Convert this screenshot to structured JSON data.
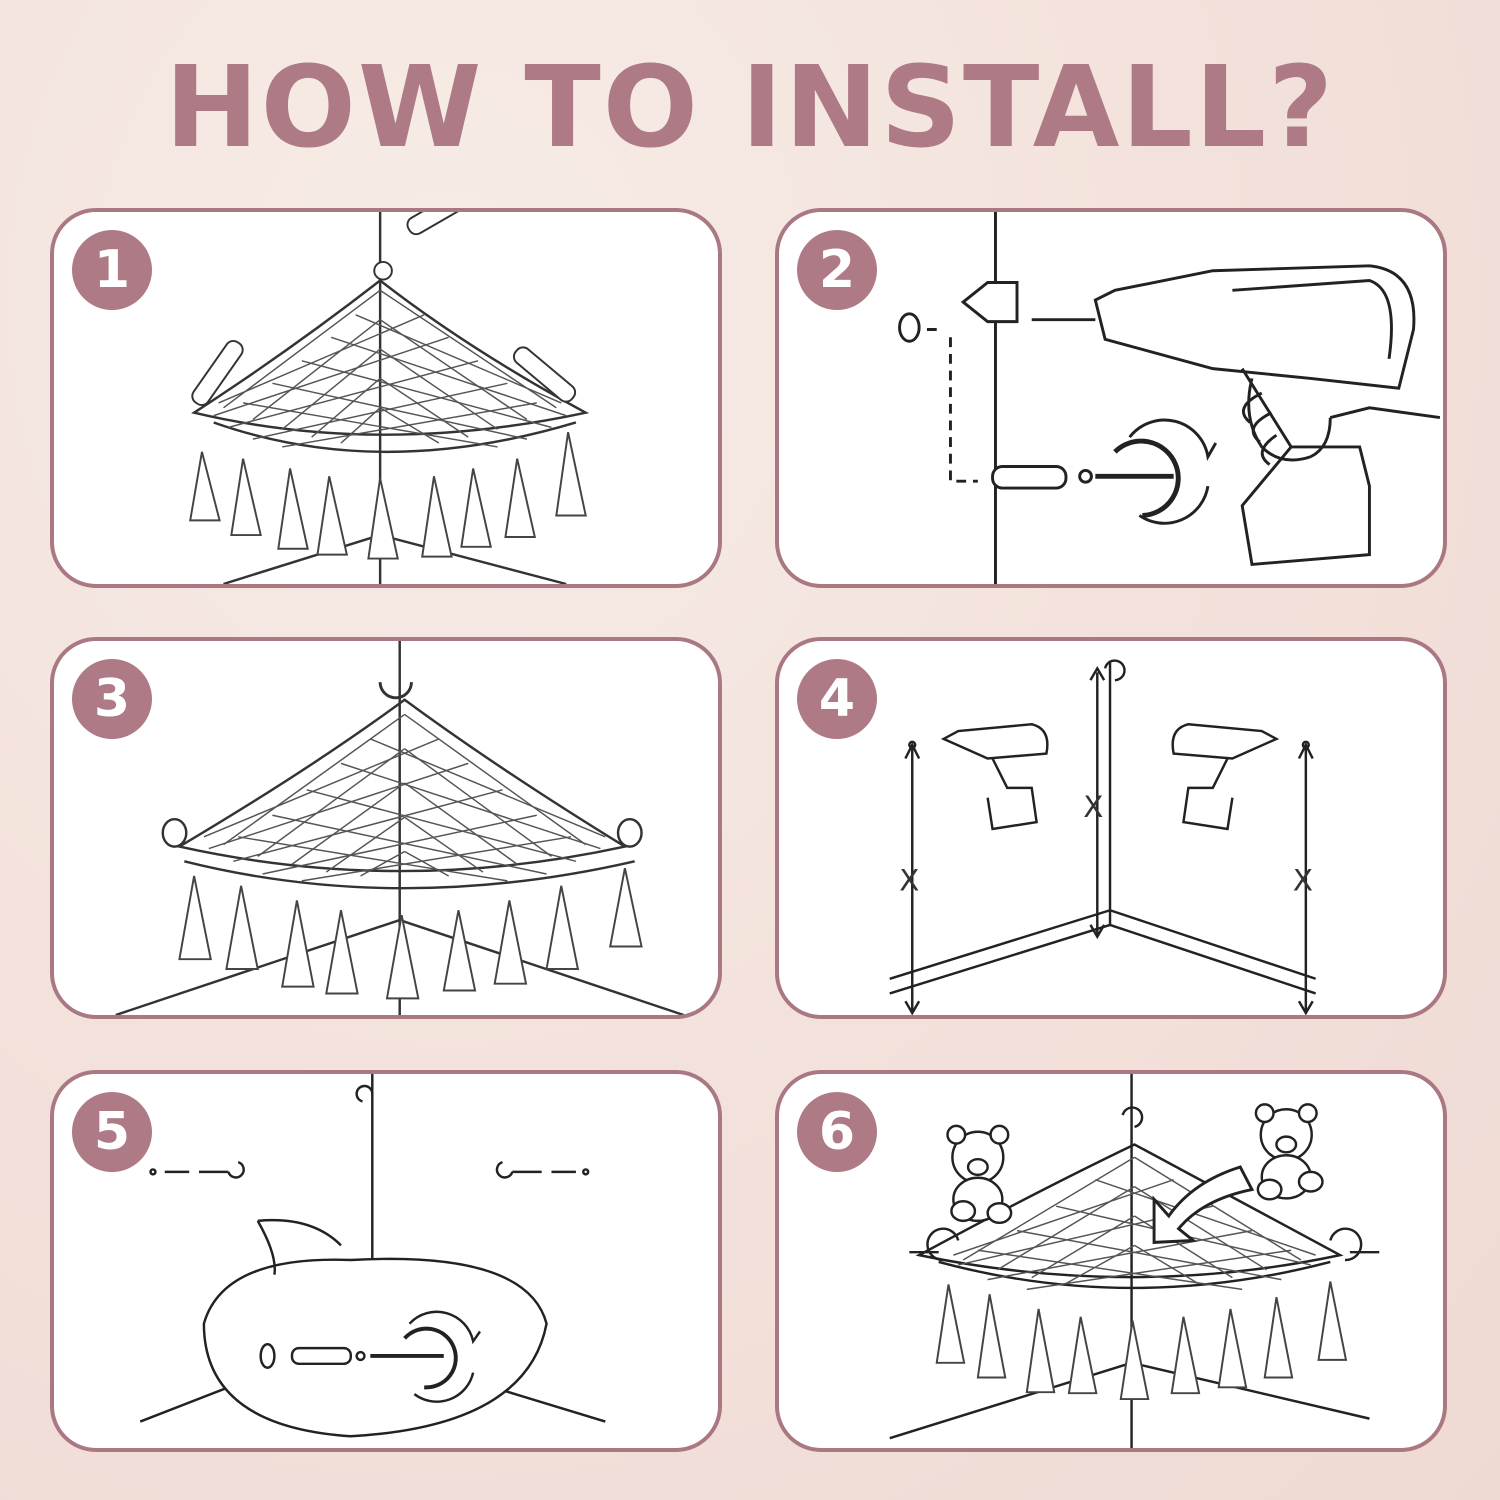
{
  "title": "HOW TO INSTALL?",
  "accent_color": "#ad7a86",
  "steps": [
    {
      "number": "1"
    },
    {
      "number": "2"
    },
    {
      "number": "3"
    },
    {
      "number": "4",
      "labels": [
        "X",
        "X",
        "X"
      ]
    },
    {
      "number": "5"
    },
    {
      "number": "6"
    }
  ]
}
